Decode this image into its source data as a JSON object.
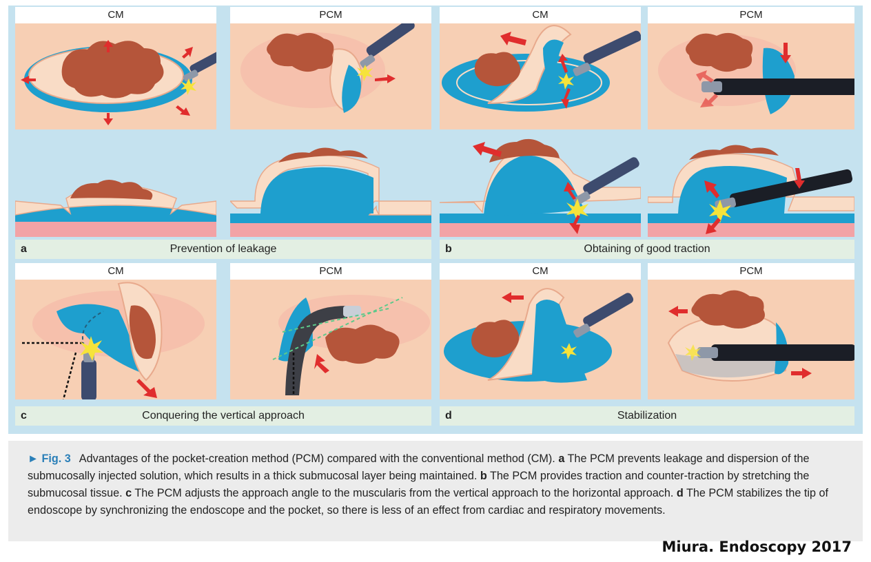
{
  "panels": {
    "a_cm_title": "CM",
    "a_pcm_title": "PCM",
    "b_cm_title": "CM",
    "b_pcm_title": "PCM",
    "c_cm_title": "CM",
    "c_pcm_title": "PCM",
    "d_cm_title": "CM",
    "d_pcm_title": "PCM"
  },
  "labels": {
    "a_letter": "a",
    "a_text": "Prevention of leakage",
    "b_letter": "b",
    "b_text": "Obtaining of good traction",
    "c_letter": "c",
    "c_text": "Conquering the vertical approach",
    "d_letter": "d",
    "d_text": "Stabilization"
  },
  "caption": {
    "fig_label": "► Fig. 3",
    "intro": "Advantages of the pocket-creation method (PCM) compared with the conventional method (CM).",
    "a_key": "a",
    "a_text": "The PCM prevents leakage and dispersion of the submucosally injected solution, which results in a thick submucosal layer being maintained.",
    "b_key": "b",
    "b_text": "The PCM provides traction and counter-traction by stretching the submucosal tissue.",
    "c_key": "c",
    "c_text": "The PCM adjusts the approach angle to the muscularis from the vertical approach to the horizontal approach.",
    "d_key": "d",
    "d_text": "The PCM stabilizes the tip of endoscope by synchronizing the endoscope and the pocket, so there is less of an effect from cardiac and respiratory movements."
  },
  "credit": "Miura. Endoscopy 2017",
  "colors": {
    "figure_bg": "#c5e2ef",
    "panel_bg": "#f7cfb4",
    "submucosa_blue": "#1e9fce",
    "lesion_red": "#b5553a",
    "arrow_red": "#e02d2d",
    "label_bar": "#e3efe3",
    "caption_bg": "#ececec",
    "fig_label_blue": "#2a7fb8"
  },
  "icons": [
    "lesion-illustration",
    "endoscope-icon",
    "cutting-spark-icon",
    "red-arrow-icon"
  ]
}
